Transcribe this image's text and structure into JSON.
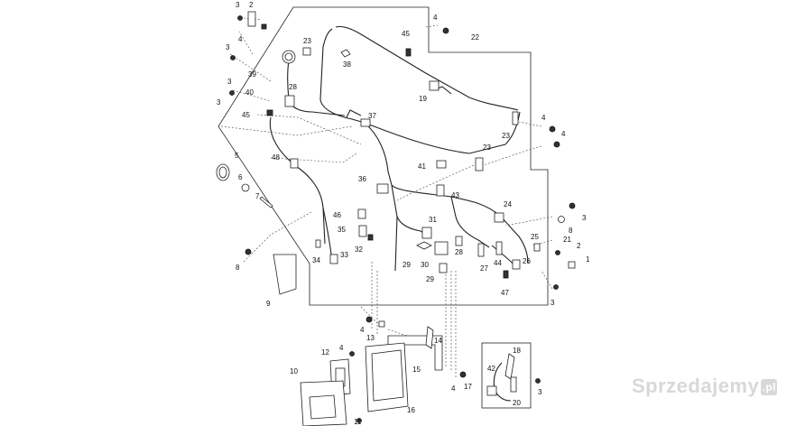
{
  "watermark": {
    "text": "Sprzedajemy",
    "suffix": ".pl"
  },
  "labels": [
    {
      "id": "l3a",
      "text": "3"
    },
    {
      "id": "l2a",
      "text": "2"
    },
    {
      "id": "l4a",
      "text": "4"
    },
    {
      "id": "l4b",
      "text": "4"
    },
    {
      "id": "l45a",
      "text": "45"
    },
    {
      "id": "l22",
      "text": "22"
    },
    {
      "id": "l3b",
      "text": "3"
    },
    {
      "id": "l23a",
      "text": "23"
    },
    {
      "id": "l38",
      "text": "38"
    },
    {
      "id": "l39",
      "text": "39"
    },
    {
      "id": "l3c",
      "text": "3"
    },
    {
      "id": "l28a",
      "text": "28"
    },
    {
      "id": "l40",
      "text": "40"
    },
    {
      "id": "l19",
      "text": "19"
    },
    {
      "id": "l3d",
      "text": "3"
    },
    {
      "id": "l45b",
      "text": "45"
    },
    {
      "id": "l37",
      "text": "37"
    },
    {
      "id": "l4c",
      "text": "4"
    },
    {
      "id": "l23b",
      "text": "23"
    },
    {
      "id": "l4d",
      "text": "4"
    },
    {
      "id": "l23c",
      "text": "23"
    },
    {
      "id": "l5",
      "text": "5"
    },
    {
      "id": "l48a",
      "text": "48"
    },
    {
      "id": "l41",
      "text": "41"
    },
    {
      "id": "l6",
      "text": "6"
    },
    {
      "id": "l7",
      "text": "7"
    },
    {
      "id": "l36",
      "text": "36"
    },
    {
      "id": "l43",
      "text": "43"
    },
    {
      "id": "l24",
      "text": "24"
    },
    {
      "id": "l3e",
      "text": "3"
    },
    {
      "id": "l46",
      "text": "46"
    },
    {
      "id": "l31",
      "text": "31"
    },
    {
      "id": "l8a",
      "text": "8"
    },
    {
      "id": "l35",
      "text": "35"
    },
    {
      "id": "l32",
      "text": "32"
    },
    {
      "id": "l25",
      "text": "25"
    },
    {
      "id": "l21",
      "text": "21"
    },
    {
      "id": "l2b",
      "text": "2"
    },
    {
      "id": "l1",
      "text": "1"
    },
    {
      "id": "l34",
      "text": "34"
    },
    {
      "id": "l33",
      "text": "33"
    },
    {
      "id": "l29a",
      "text": "29"
    },
    {
      "id": "l30",
      "text": "30"
    },
    {
      "id": "l28b",
      "text": "28"
    },
    {
      "id": "l27",
      "text": "27"
    },
    {
      "id": "l44",
      "text": "44"
    },
    {
      "id": "l26",
      "text": "26"
    },
    {
      "id": "l8b",
      "text": "8"
    },
    {
      "id": "l29b",
      "text": "29"
    },
    {
      "id": "l47",
      "text": "47"
    },
    {
      "id": "l9",
      "text": "9"
    },
    {
      "id": "l3f",
      "text": "3"
    },
    {
      "id": "l4e",
      "text": "4"
    },
    {
      "id": "l13",
      "text": "13"
    },
    {
      "id": "l14",
      "text": "14"
    },
    {
      "id": "l12",
      "text": "12"
    },
    {
      "id": "l4f",
      "text": "4"
    },
    {
      "id": "l18",
      "text": "18"
    },
    {
      "id": "l15",
      "text": "15"
    },
    {
      "id": "l10",
      "text": "10"
    },
    {
      "id": "l42",
      "text": "42"
    },
    {
      "id": "l4g",
      "text": "4"
    },
    {
      "id": "l17",
      "text": "17"
    },
    {
      "id": "l20",
      "text": "20"
    },
    {
      "id": "l3g",
      "text": "3"
    },
    {
      "id": "l16",
      "text": "16"
    },
    {
      "id": "l11",
      "text": "11"
    }
  ]
}
